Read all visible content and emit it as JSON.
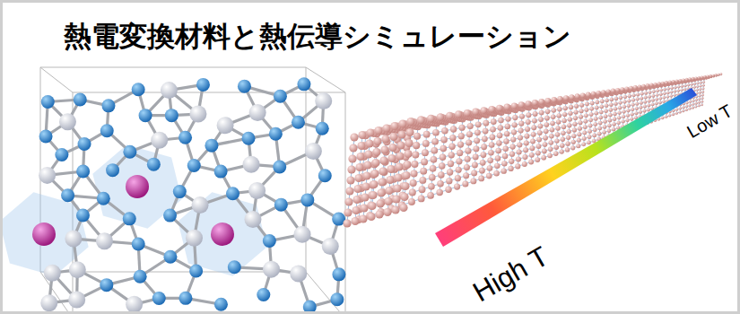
{
  "diagram": {
    "title": "熱電変換材料と熱伝導シミュレーション",
    "labels": [
      "High T",
      "Low T"
    ]
  }
}
